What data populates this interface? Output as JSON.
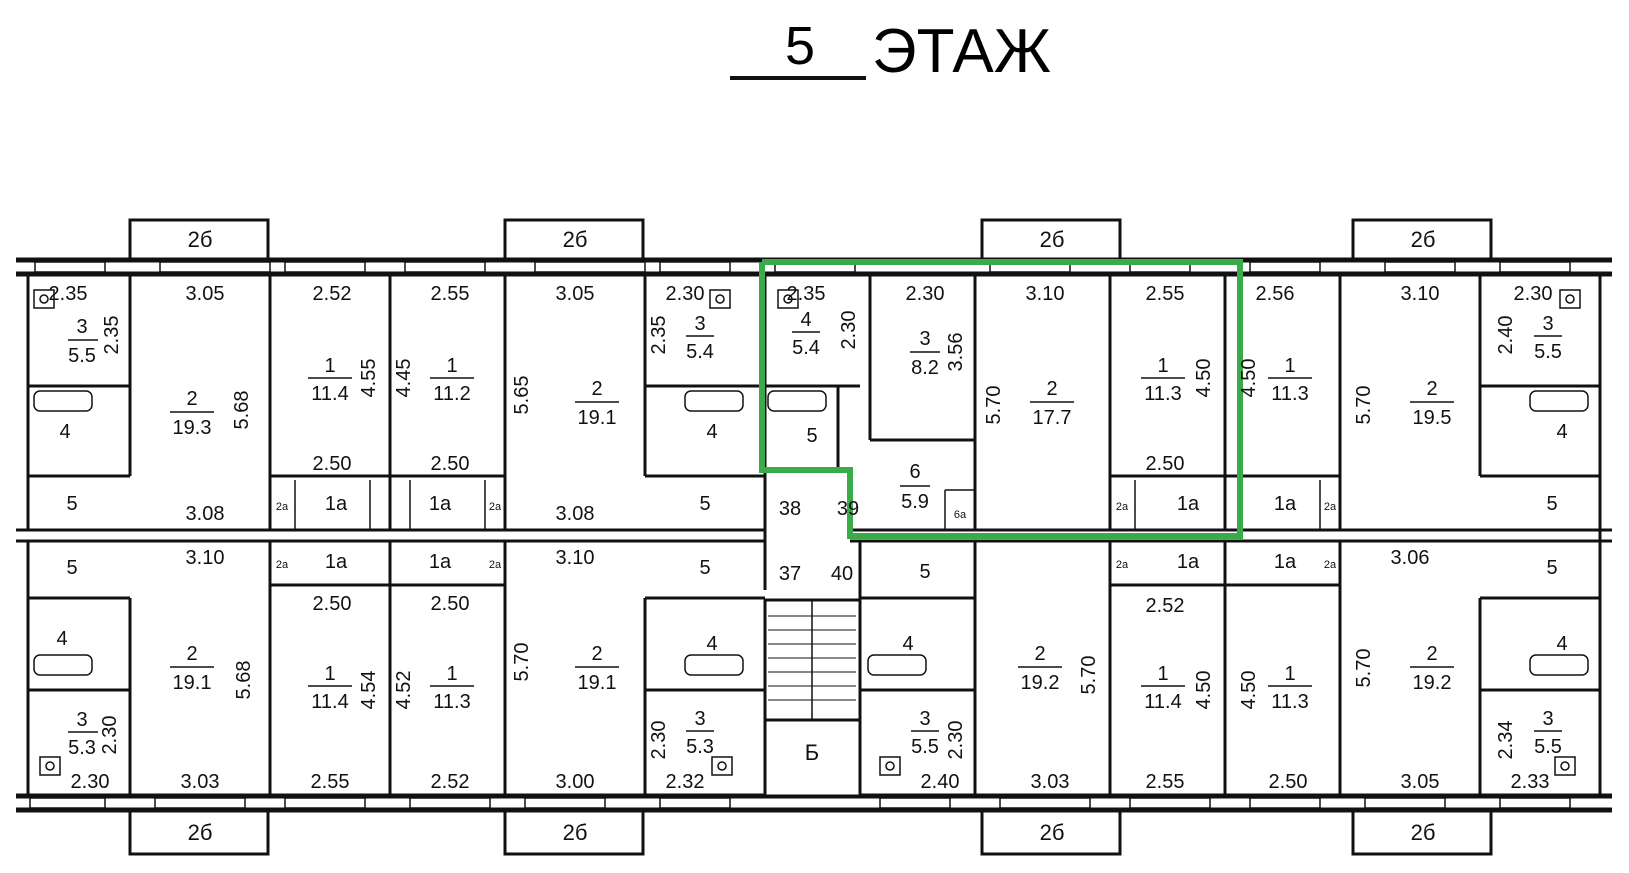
{
  "title": {
    "floor_number": "5",
    "floor_word": "ЭТАЖ"
  },
  "highlight_color": "#3aaa4a",
  "labels": {
    "balcony": "2б",
    "stairs": "Б",
    "top_row": {
      "r1": [
        "2.35",
        "3",
        "5.5",
        "2.35"
      ],
      "r2": [
        "3.05",
        "2",
        "19.3",
        "5.68",
        "3.08"
      ],
      "r3": [
        "2.52",
        "1",
        "11.4",
        "4.55",
        "2.50"
      ],
      "r4": [
        "2.55",
        "4.45",
        "1",
        "11.2",
        "2.50"
      ],
      "r5": [
        "3.05",
        "5.65",
        "2",
        "19.1",
        "3.08"
      ],
      "r6": [
        "2.30",
        "2.35",
        "3",
        "5.4"
      ],
      "r7": [
        "2.35",
        "4",
        "5.4",
        "2.30"
      ],
      "r8": [
        "2.30",
        "3",
        "8.2",
        "3.56"
      ],
      "r9": [
        "3.10",
        "5.70",
        "2",
        "17.7"
      ],
      "r10": [
        "2.55",
        "1",
        "11.3",
        "4.50",
        "2.50"
      ],
      "r11": [
        "2.56",
        "4.50",
        "1",
        "11.3"
      ],
      "r12": [
        "3.10",
        "5.70",
        "2",
        "19.5"
      ],
      "r13": [
        "2.30",
        "2.40",
        "3",
        "5.5"
      ]
    },
    "small": {
      "bath": "4",
      "corr": "5",
      "hall": "1а",
      "cl": "2а",
      "s6": "6",
      "s6a": "5.9",
      "s6b": "6а",
      "c38": "38",
      "c39": "39",
      "c37": "37",
      "c40": "40"
    },
    "bottom_row": {
      "b1": [
        "3",
        "5.3",
        "2.30",
        "2.30"
      ],
      "b2": [
        "3.10",
        "2",
        "19.1",
        "5.68",
        "3.03"
      ],
      "b3": [
        "2.50",
        "1",
        "11.4",
        "4.54",
        "2.55"
      ],
      "b4": [
        "2.50",
        "4.52",
        "1",
        "11.3",
        "2.52"
      ],
      "b5": [
        "3.10",
        "5.70",
        "2",
        "19.1",
        "3.00"
      ],
      "b6": [
        "2.30",
        "3",
        "5.3",
        "2.32"
      ],
      "b7": [
        "3",
        "5.5",
        "2.30",
        "2.40"
      ],
      "b8": [
        "2",
        "19.2",
        "5.70",
        "3.03"
      ],
      "b9": [
        "2.52",
        "1",
        "11.4",
        "4.50",
        "2.55"
      ],
      "b10": [
        "4.50",
        "1",
        "11.3",
        "2.50"
      ],
      "b11": [
        "3.06",
        "5.70",
        "2",
        "19.2",
        "3.05"
      ],
      "b12": [
        "3",
        "5.5",
        "2.34",
        "2.33"
      ]
    }
  }
}
